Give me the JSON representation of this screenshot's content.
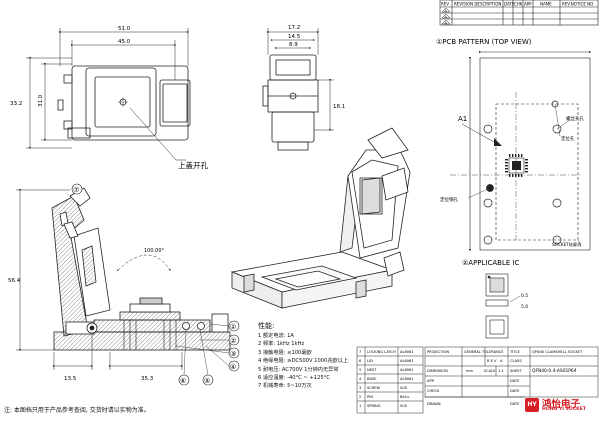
{
  "revision_header": {
    "col_rev": "REV",
    "col_description": "REVISION DESCRIPTION",
    "col_date": "DATE",
    "col_chk": "CHK",
    "col_app": "APP",
    "col_name": "NAME",
    "col_revnotice": "REV.NOTICE NO.",
    "rows": [
      "A",
      "A",
      "A"
    ]
  },
  "top_dims": {
    "width_outer": "51.0",
    "width_inner": "45.0",
    "height_outer": "33.2",
    "height_inner": "31.0"
  },
  "side_dims": {
    "d1": "17.2",
    "d2": "14.5",
    "d3": "8.9",
    "height": "18.1"
  },
  "callouts": {
    "lid_hole": "上盖开孔",
    "pcb_pattern": "①PCB PATTERN (TOP VIEW)",
    "mark_a1": "A1",
    "locating_hole_1": "螺丝孔孔",
    "locating_hole_2": "定位孔",
    "locating_pin": "定位销孔",
    "socket_outline": "SOCKET轮廓线",
    "angle": "100.00°",
    "applicable_ic": "②APPLICABLE IC",
    "pitch": "0.5",
    "ic_size": "5.0"
  },
  "section_dims": {
    "height": "56.4",
    "width_left": "13.5",
    "width_mid": "35.3"
  },
  "balloons": [
    "①",
    "②",
    "③",
    "④",
    "⑤",
    "⑥",
    "⑦"
  ],
  "specs": {
    "title": "性能:",
    "lines": [
      "1  额定电流: 1A",
      "2  频率:       1kHz    1kHz",
      "3  接触电阻: ≤100毫欧",
      "4  绝缘电阻: ≥DC500V 1000兆欧以上",
      "5  耐电压:   AC700V 1分钟内无异常",
      "6  适应温度: -40°C ~ +125°C",
      "7  机械寿命: 5~10万次"
    ]
  },
  "bom": {
    "rows": [
      {
        "no": "7",
        "name": "LOCKING LATCH",
        "mat": "AL6061"
      },
      {
        "no": "6",
        "name": "LID",
        "mat": "AL6061"
      },
      {
        "no": "5",
        "name": "NEST",
        "mat": "AL6061"
      },
      {
        "no": "4",
        "name": "BASE",
        "mat": "AL6061"
      },
      {
        "no": "3",
        "name": "SCREW",
        "mat": "SUS"
      },
      {
        "no": "2",
        "name": "PIN",
        "mat": "BeCu"
      },
      {
        "no": "1",
        "name": "SPRING",
        "mat": "SUS"
      }
    ]
  },
  "title_block": {
    "projection": "PROJECTION",
    "general_tol": "GENERAL TOLERANCE",
    "rev_label": "R E V",
    "rev_value": "A",
    "title_label": "TITLE",
    "title_value": "QFN40 CLAMSHELL SOCKET",
    "class_label": "CLASS",
    "dimension_label": "DIMENSION",
    "unit": "mm",
    "scale_label": "SCALE",
    "scale_value": "1:1",
    "sheet_label": "SHEET",
    "drawn_label": "APP.",
    "check_label": "CHECK",
    "design_label": "DRAWN",
    "date_label": "DATE",
    "part_no": "QFN40-0.4-AS01P64"
  },
  "note": "注: 本图档只用于产品参考查阅, 交货时请以实物为准。",
  "logo": {
    "mark": "HY",
    "name_cn": "鸿怡电子",
    "name_en": "HONG YI SOCKET"
  },
  "colors": {
    "brand": "#d61f26",
    "line": "#222222",
    "hatch": "#444444"
  }
}
